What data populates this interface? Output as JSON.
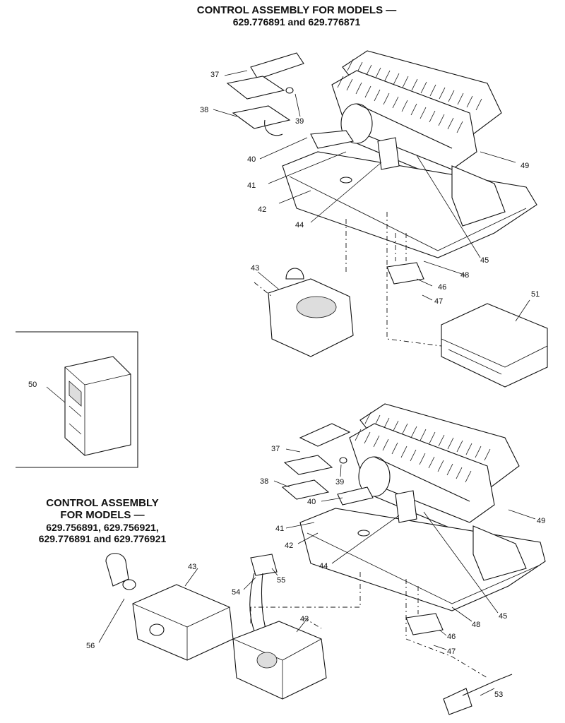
{
  "top_title": {
    "line1": "CONTROL ASSEMBLY FOR MODELS —",
    "line2": "629.776891 and 629.776871"
  },
  "bottom_title": {
    "line1": "CONTROL ASSEMBLY",
    "line2": "FOR MODELS —",
    "line3": "629.756891, 629.756921,",
    "line4": "629.776891 and 629.776921"
  },
  "callouts": {
    "top": [
      "37",
      "38",
      "39",
      "40",
      "41",
      "42",
      "44",
      "45",
      "48",
      "49",
      "43",
      "46",
      "47",
      "51"
    ],
    "inset": [
      "50"
    ],
    "bottom": [
      "37",
      "38",
      "39",
      "40",
      "41",
      "42",
      "44",
      "45",
      "48",
      "49",
      "43",
      "55",
      "54",
      "56",
      "43",
      "46",
      "47",
      "53"
    ]
  }
}
